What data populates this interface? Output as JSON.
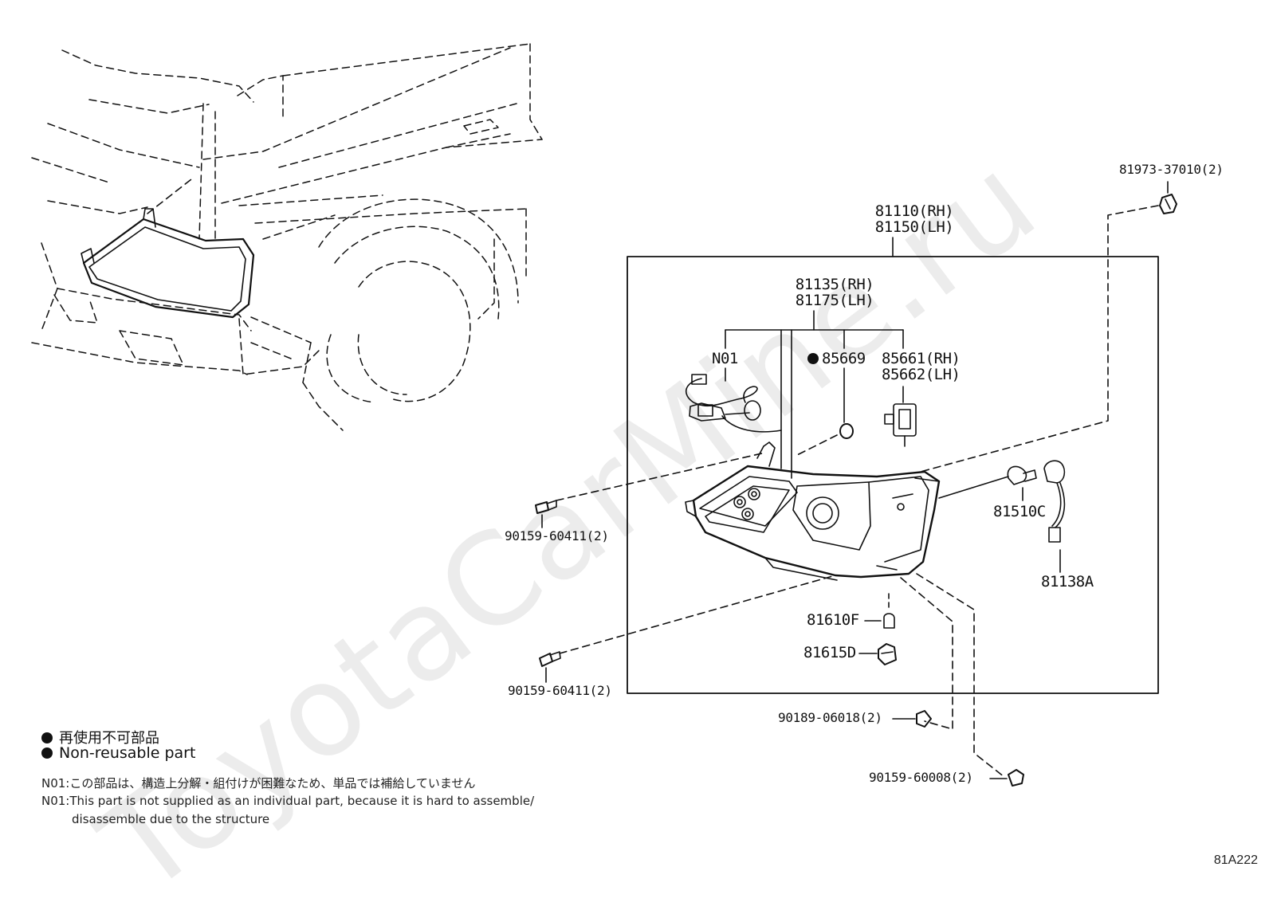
{
  "watermark": "ToyotaCarMine.ru",
  "labels": {
    "assy_rh": "81110(RH)",
    "assy_lh": "81150(LH)",
    "sub_rh": "81135(RH)",
    "sub_lh": "81175(LH)",
    "n01": "N01",
    "p85669": "85669",
    "p85661": "85661(RH)",
    "p85662": "85662(LH)",
    "p81973": "81973-37010(2)",
    "screw_top": "90159-60411(2)",
    "screw_bottom": "90159-60411(2)",
    "bulb_81510": "81510C",
    "socket_81138": "81138A",
    "bulb_81610": "81610F",
    "socket_81615": "81615D",
    "nut_90189": "90189-06018(2)",
    "bolt_90159": "90159-60008(2)"
  },
  "legend": {
    "jp": "再使用不可部品",
    "en": "Non-reusable part"
  },
  "notes": {
    "jp": "N01:この部品は、構造上分解・組付けが困難なため、単品では補給していません",
    "en1": "N01:This part is not supplied as an individual part, because it is hard to assemble/",
    "en2": "disassemble due to the structure"
  },
  "diagram_code": "81A222"
}
